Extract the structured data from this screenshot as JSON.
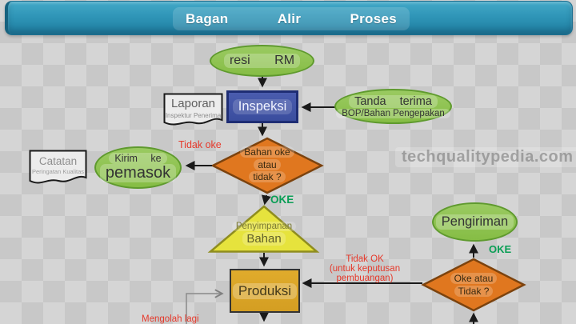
{
  "banner": {
    "words": [
      "Bagan",
      "Alir",
      "Proses"
    ]
  },
  "watermark": "techqualitypedia.com",
  "nodes": {
    "resi_rm": {
      "label": "resi RM"
    },
    "laporan_doc": {
      "title": "Laporan",
      "subtitle": "Inspektur Penerima"
    },
    "inspeksi": {
      "label": "Inspeksi"
    },
    "tanda_terima": {
      "line1": "Tanda terima",
      "line2": "BOP/Bahan Pengepakan"
    },
    "decision_bahan": {
      "line1": "Bahan oke",
      "line2": "atau",
      "line3": "tidak ?"
    },
    "catatan_doc": {
      "title": "Catatan",
      "subtitle": "Peringatan Kualitas"
    },
    "kirim_pemasok": {
      "line1": "Kirim ke",
      "line2": "pemasok"
    },
    "penyimpanan": {
      "line1": "Penyimpanan",
      "line2": "Bahan"
    },
    "produksi": {
      "label": "Produksi"
    },
    "pengiriman": {
      "label": "Pengiriman"
    },
    "decision_oke": {
      "line1": "Oke atau",
      "line2": "Tidak ?"
    }
  },
  "labels": {
    "tidak_oke": "Tidak oke",
    "oke_storage": "OKE",
    "oke_shipping": "OKE",
    "tidak_ok": "Tidak OK",
    "tidak_ok_note": "(untuk keputusan pembuangan)",
    "mengolah_lagi": "Mengolah lagi"
  },
  "colors": {
    "banner_teal": "#2e94b6",
    "node_green": "#8bc04e",
    "node_blue": "#3e53a8",
    "node_orange": "#e0771f",
    "node_yellow": "#e6e33d",
    "node_amber": "#d9a428",
    "label_red": "#e6392b",
    "label_green": "#0a9e55"
  }
}
